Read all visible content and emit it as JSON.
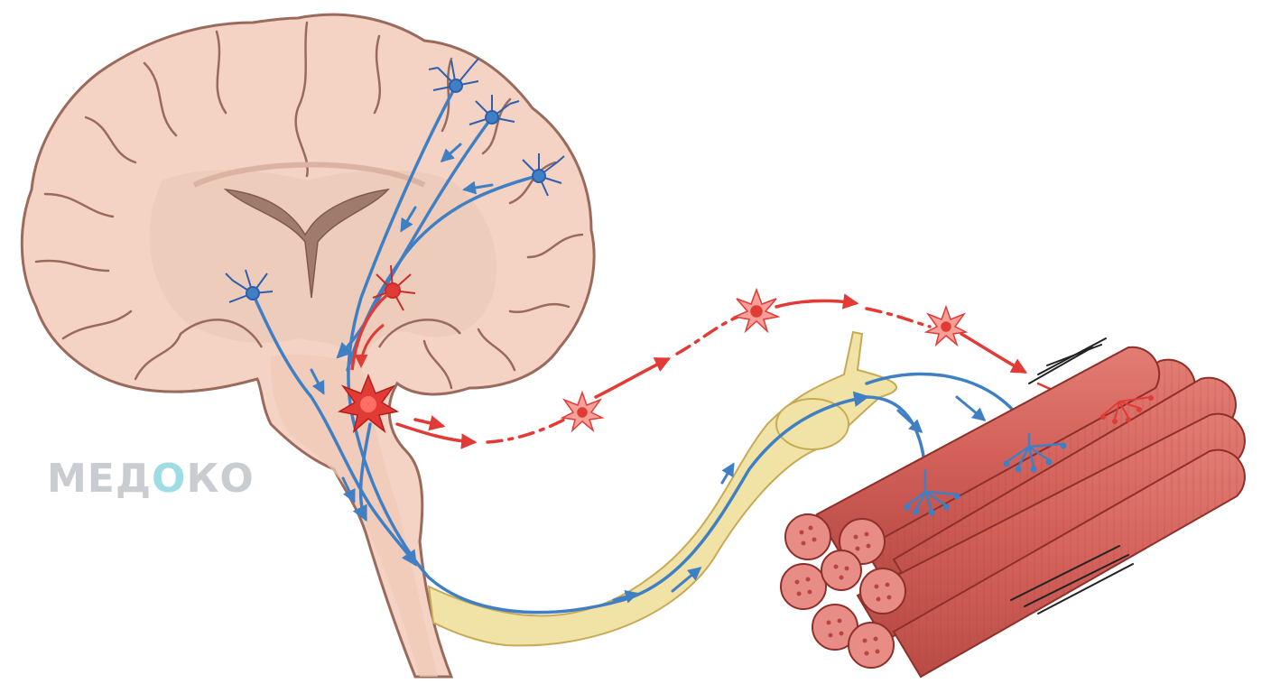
{
  "watermark": {
    "text_left": "МЕД",
    "text_accent": "О",
    "text_right": "КО"
  },
  "colors": {
    "brain_fill": "#f4d2c4",
    "brain_stroke": "#9a6a5c",
    "brain_inner": "#eccab9",
    "ventricle": "#a07a6a",
    "motor_pathway": "#3f7fc4",
    "motor_neuron": "#2e5fae",
    "excitation": "#e23a35",
    "nerve": "#f1e2a6",
    "nerve_stroke": "#c7aa55",
    "muscle": "#d96b62",
    "muscle_stroke": "#8e2f2a",
    "muscle_end": "#e88d85",
    "watermark_gray": "#c9cdd1",
    "watermark_teal": "#9fdde4"
  },
  "icons": [
    "motor-neuron-icon",
    "excitation-burst-icon",
    "muscle-fiber-icon",
    "neuromuscular-junction-icon",
    "flow-arrow-icon"
  ]
}
